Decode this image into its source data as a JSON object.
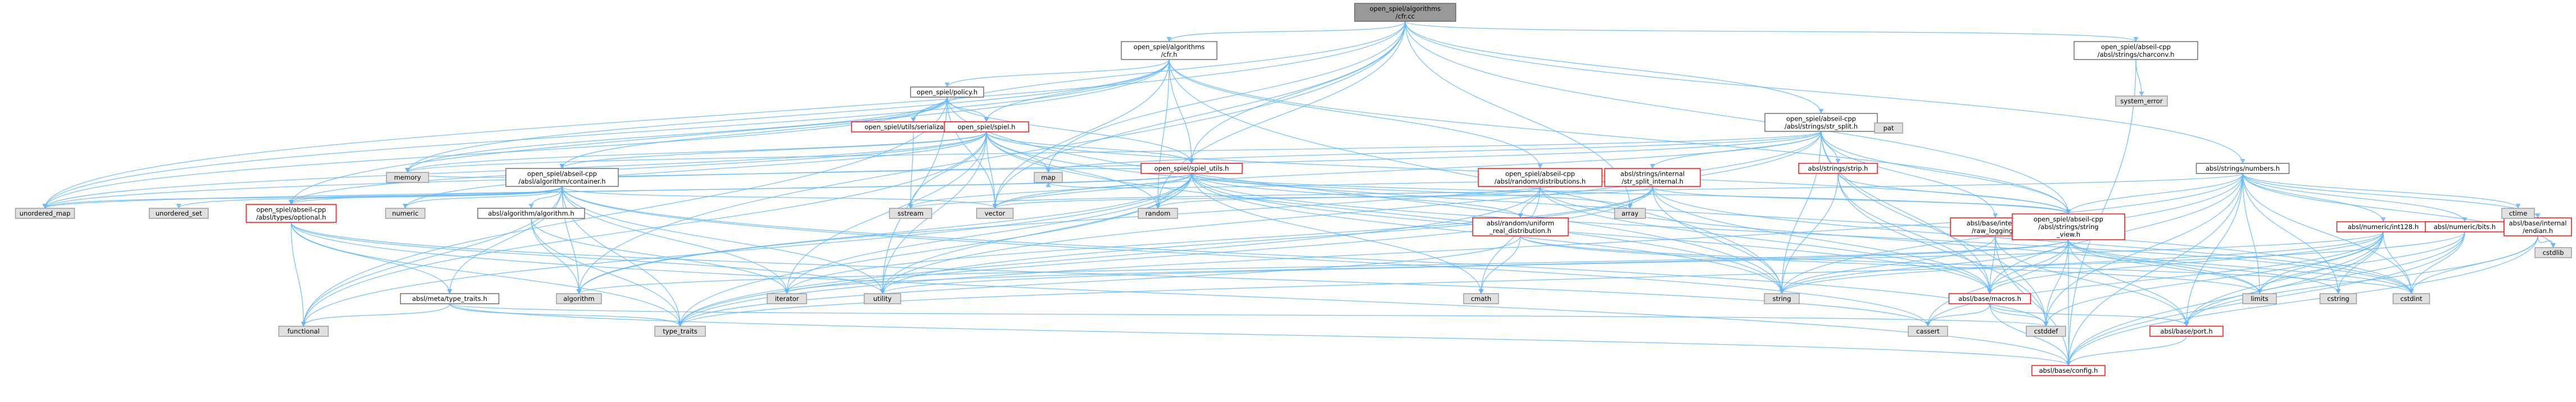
{
  "colors": {
    "edge": "#63b8ff",
    "root_fill": "#999999",
    "truncated_border": "#ff0000",
    "system_fill": "#e0e0e0",
    "node_border": "#666666"
  },
  "nodes": {
    "root": {
      "lines": [
        "open_spiel/algorithms",
        "/cfr.cc"
      ],
      "kind": "root"
    },
    "cfr_h": {
      "lines": [
        "open_spiel/algorithms",
        "/cfr.h"
      ],
      "kind": "doc"
    },
    "charconv": {
      "lines": [
        "open_spiel/abseil-cpp",
        "/absl/strings/charconv.h"
      ],
      "kind": "doc"
    },
    "system_error": {
      "lines": [
        "system_error"
      ],
      "kind": "sys"
    },
    "policy_h": {
      "lines": [
        "open_spiel/policy.h"
      ],
      "kind": "doc"
    },
    "str_split": {
      "lines": [
        "open_spiel/abseil-cpp",
        "/absl/strings/str_split.h"
      ],
      "kind": "doc"
    },
    "numbers": {
      "lines": [
        "absl/strings/numbers.h"
      ],
      "kind": "doc"
    },
    "serialization": {
      "lines": [
        "open_spiel/utils/serialization.h"
      ],
      "kind": "trunc"
    },
    "spiel_h": {
      "lines": [
        "open_spiel/spiel.h"
      ],
      "kind": "trunc"
    },
    "memory": {
      "lines": [
        "memory"
      ],
      "kind": "sys"
    },
    "map": {
      "lines": [
        "map"
      ],
      "kind": "sys"
    },
    "container": {
      "lines": [
        "open_spiel/abseil-cpp",
        "/absl/algorithm/container.h"
      ],
      "kind": "doc"
    },
    "spiel_utils": {
      "lines": [
        "open_spiel/spiel_utils.h"
      ],
      "kind": "trunc"
    },
    "distributions": {
      "lines": [
        "open_spiel/abseil-cpp",
        "/absl/random/distributions.h"
      ],
      "kind": "trunc"
    },
    "split_internal": {
      "lines": [
        "absl/strings/internal",
        "/str_split_internal.h"
      ],
      "kind": "trunc"
    },
    "strip": {
      "lines": [
        "absl/strings/strip.h"
      ],
      "kind": "trunc"
    },
    "pat": {
      "lines": [
        "pat"
      ],
      "kind": "sys"
    },
    "unordered_map": {
      "lines": [
        "unordered_map"
      ],
      "kind": "sys"
    },
    "unordered_set": {
      "lines": [
        "unordered_set"
      ],
      "kind": "sys"
    },
    "optional": {
      "lines": [
        "open_spiel/abseil-cpp",
        "/absl/types/optional.h"
      ],
      "kind": "trunc"
    },
    "numeric": {
      "lines": [
        "numeric"
      ],
      "kind": "sys"
    },
    "algorithm_h": {
      "lines": [
        "absl/algorithm/algorithm.h"
      ],
      "kind": "doc"
    },
    "sstream": {
      "lines": [
        "sstream"
      ],
      "kind": "sys"
    },
    "vector": {
      "lines": [
        "vector"
      ],
      "kind": "sys"
    },
    "random": {
      "lines": [
        "random"
      ],
      "kind": "sys"
    },
    "uniform_real": {
      "lines": [
        "absl/random/uniform",
        "_real_distribution.h"
      ],
      "kind": "trunc"
    },
    "array": {
      "lines": [
        "array"
      ],
      "kind": "sys"
    },
    "raw_logging": {
      "lines": [
        "absl/base/internal",
        "/raw_logging.h"
      ],
      "kind": "trunc"
    },
    "string_view": {
      "lines": [
        "open_spiel/abseil-cpp",
        "/absl/strings/string",
        "_view.h"
      ],
      "kind": "trunc"
    },
    "int128": {
      "lines": [
        "absl/numeric/int128.h"
      ],
      "kind": "trunc"
    },
    "bits": {
      "lines": [
        "absl/numeric/bits.h"
      ],
      "kind": "trunc"
    },
    "endian": {
      "lines": [
        "absl/base/internal",
        "/endian.h"
      ],
      "kind": "trunc"
    },
    "ctime": {
      "lines": [
        "ctime"
      ],
      "kind": "sys"
    },
    "cstdlib": {
      "lines": [
        "cstdlib"
      ],
      "kind": "sys"
    },
    "type_traits_h": {
      "lines": [
        "absl/meta/type_traits.h"
      ],
      "kind": "doc"
    },
    "functional": {
      "lines": [
        "functional"
      ],
      "kind": "sys"
    },
    "algorithm": {
      "lines": [
        "algorithm"
      ],
      "kind": "sys"
    },
    "iterator": {
      "lines": [
        "iterator"
      ],
      "kind": "sys"
    },
    "utility": {
      "lines": [
        "utility"
      ],
      "kind": "sys"
    },
    "cmath": {
      "lines": [
        "cmath"
      ],
      "kind": "sys"
    },
    "string": {
      "lines": [
        "string"
      ],
      "kind": "sys"
    },
    "macros": {
      "lines": [
        "absl/base/macros.h"
      ],
      "kind": "trunc"
    },
    "limits": {
      "lines": [
        "limits"
      ],
      "kind": "sys"
    },
    "cstring": {
      "lines": [
        "cstring"
      ],
      "kind": "sys"
    },
    "cstdint": {
      "lines": [
        "cstdint"
      ],
      "kind": "sys"
    },
    "type_traits": {
      "lines": [
        "type_traits"
      ],
      "kind": "sys"
    },
    "cassert": {
      "lines": [
        "cassert"
      ],
      "kind": "sys"
    },
    "cstddef": {
      "lines": [
        "cstddef"
      ],
      "kind": "sys"
    },
    "port": {
      "lines": [
        "absl/base/port.h"
      ],
      "kind": "trunc"
    },
    "config": {
      "lines": [
        "absl/base/config.h"
      ],
      "kind": "trunc"
    }
  },
  "edges": [
    [
      "root",
      "cfr_h"
    ],
    [
      "root",
      "charconv"
    ],
    [
      "root",
      "str_split"
    ],
    [
      "root",
      "numbers"
    ],
    [
      "root",
      "serialization"
    ],
    [
      "root",
      "spiel_utils"
    ],
    [
      "root",
      "map"
    ],
    [
      "root",
      "unordered_map"
    ],
    [
      "root",
      "random"
    ],
    [
      "root",
      "vector"
    ],
    [
      "root",
      "array"
    ],
    [
      "root",
      "algorithm"
    ],
    [
      "root",
      "string_view"
    ],
    [
      "cfr_h",
      "policy_h"
    ],
    [
      "cfr_h",
      "spiel_h"
    ],
    [
      "cfr_h",
      "spiel_utils"
    ],
    [
      "cfr_h",
      "memory"
    ],
    [
      "cfr_h",
      "optional"
    ],
    [
      "cfr_h",
      "distributions"
    ],
    [
      "cfr_h",
      "string_view"
    ],
    [
      "cfr_h",
      "unordered_map"
    ],
    [
      "cfr_h",
      "vector"
    ],
    [
      "cfr_h",
      "random"
    ],
    [
      "cfr_h",
      "string"
    ],
    [
      "charconv",
      "system_error"
    ],
    [
      "charconv",
      "config"
    ],
    [
      "policy_h",
      "memory"
    ],
    [
      "policy_h",
      "spiel_h"
    ],
    [
      "policy_h",
      "serialization"
    ],
    [
      "policy_h",
      "container"
    ],
    [
      "policy_h",
      "spiel_utils"
    ],
    [
      "policy_h",
      "string"
    ],
    [
      "policy_h",
      "utility"
    ],
    [
      "policy_h",
      "vector"
    ],
    [
      "policy_h",
      "unordered_map"
    ],
    [
      "policy_h",
      "functional"
    ],
    [
      "str_split",
      "map"
    ],
    [
      "str_split",
      "pat"
    ],
    [
      "str_split",
      "split_internal"
    ],
    [
      "str_split",
      "strip"
    ],
    [
      "str_split",
      "raw_logging"
    ],
    [
      "str_split",
      "string_view"
    ],
    [
      "str_split",
      "macros"
    ],
    [
      "str_split",
      "string"
    ],
    [
      "str_split",
      "vector"
    ],
    [
      "str_split",
      "utility"
    ],
    [
      "str_split",
      "algorithm"
    ],
    [
      "str_split",
      "cstddef"
    ],
    [
      "str_split",
      "memory"
    ],
    [
      "str_split",
      "unordered_map"
    ],
    [
      "numbers",
      "int128"
    ],
    [
      "numbers",
      "bits"
    ],
    [
      "numbers",
      "endian"
    ],
    [
      "numbers",
      "ctime"
    ],
    [
      "numbers",
      "cstdlib"
    ],
    [
      "numbers",
      "string_view"
    ],
    [
      "numbers",
      "macros"
    ],
    [
      "numbers",
      "port"
    ],
    [
      "numbers",
      "config"
    ],
    [
      "numbers",
      "string"
    ],
    [
      "numbers",
      "limits"
    ],
    [
      "numbers",
      "cstring"
    ],
    [
      "numbers",
      "cstdint"
    ],
    [
      "numbers",
      "type_traits"
    ],
    [
      "numbers",
      "cstddef"
    ],
    [
      "numbers",
      "sstream"
    ],
    [
      "serialization",
      "sstream"
    ],
    [
      "spiel_h",
      "memory"
    ],
    [
      "spiel_h",
      "map"
    ],
    [
      "spiel_h",
      "spiel_utils"
    ],
    [
      "spiel_h",
      "container"
    ],
    [
      "spiel_h",
      "optional"
    ],
    [
      "spiel_h",
      "numeric"
    ],
    [
      "spiel_h",
      "sstream"
    ],
    [
      "spiel_h",
      "vector"
    ],
    [
      "spiel_h",
      "random"
    ],
    [
      "spiel_h",
      "string"
    ],
    [
      "spiel_h",
      "functional"
    ],
    [
      "spiel_h",
      "unordered_map"
    ],
    [
      "spiel_h",
      "iterator"
    ],
    [
      "spiel_h",
      "utility"
    ],
    [
      "spiel_h",
      "string_view"
    ],
    [
      "spiel_h",
      "cstdint"
    ],
    [
      "container",
      "algorithm_h"
    ],
    [
      "container",
      "type_traits_h"
    ],
    [
      "container",
      "optional"
    ],
    [
      "container",
      "unordered_map"
    ],
    [
      "container",
      "unordered_set"
    ],
    [
      "container",
      "numeric"
    ],
    [
      "container",
      "functional"
    ],
    [
      "container",
      "iterator"
    ],
    [
      "container",
      "algorithm"
    ],
    [
      "container",
      "utility"
    ],
    [
      "container",
      "vector"
    ],
    [
      "container",
      "cassert"
    ],
    [
      "container",
      "type_traits"
    ],
    [
      "container",
      "cstddef"
    ],
    [
      "spiel_utils",
      "optional"
    ],
    [
      "spiel_utils",
      "string_view"
    ],
    [
      "spiel_utils",
      "uniform_real"
    ],
    [
      "spiel_utils",
      "random"
    ],
    [
      "spiel_utils",
      "sstream"
    ],
    [
      "spiel_utils",
      "vector"
    ],
    [
      "spiel_utils",
      "array"
    ],
    [
      "spiel_utils",
      "cmath"
    ],
    [
      "spiel_utils",
      "string"
    ],
    [
      "spiel_utils",
      "utility"
    ],
    [
      "spiel_utils",
      "algorithm"
    ],
    [
      "spiel_utils",
      "iterator"
    ],
    [
      "spiel_utils",
      "type_traits"
    ],
    [
      "spiel_utils",
      "memory"
    ],
    [
      "spiel_utils",
      "unordered_map"
    ],
    [
      "spiel_utils",
      "cstdint"
    ],
    [
      "spiel_utils",
      "functional"
    ],
    [
      "spiel_utils",
      "macros"
    ],
    [
      "distributions",
      "uniform_real"
    ],
    [
      "distributions",
      "random"
    ],
    [
      "distributions",
      "type_traits"
    ],
    [
      "distributions",
      "limits"
    ],
    [
      "distributions",
      "cmath"
    ],
    [
      "distributions",
      "macros"
    ],
    [
      "split_internal",
      "array"
    ],
    [
      "split_internal",
      "string_view"
    ],
    [
      "split_internal",
      "vector"
    ],
    [
      "split_internal",
      "type_traits"
    ],
    [
      "split_internal",
      "utility"
    ],
    [
      "split_internal",
      "macros"
    ],
    [
      "split_internal",
      "iterator"
    ],
    [
      "split_internal",
      "string"
    ],
    [
      "split_internal",
      "initializer"
    ],
    [
      "split_internal",
      "cstdint"
    ],
    [
      "split_internal",
      "map"
    ],
    [
      "strip",
      "string_view"
    ],
    [
      "strip",
      "macros"
    ],
    [
      "strip",
      "string"
    ],
    [
      "strip",
      "cstddef"
    ],
    [
      "optional",
      "type_traits_h"
    ],
    [
      "optional",
      "functional"
    ],
    [
      "optional",
      "utility"
    ],
    [
      "optional",
      "type_traits"
    ],
    [
      "optional",
      "config"
    ],
    [
      "optional",
      "cassert"
    ],
    [
      "algorithm_h",
      "algorithm"
    ],
    [
      "algorithm_h",
      "iterator"
    ],
    [
      "algorithm_h",
      "type_traits"
    ],
    [
      "uniform_real",
      "cmath"
    ],
    [
      "uniform_real",
      "limits"
    ],
    [
      "uniform_real",
      "type_traits"
    ],
    [
      "uniform_real",
      "cstdint"
    ],
    [
      "raw_logging",
      "string"
    ],
    [
      "raw_logging",
      "macros"
    ],
    [
      "raw_logging",
      "config"
    ],
    [
      "raw_logging",
      "port"
    ],
    [
      "string_view",
      "string"
    ],
    [
      "string_view",
      "macros"
    ],
    [
      "string_view",
      "port"
    ],
    [
      "string_view",
      "config"
    ],
    [
      "string_view",
      "limits"
    ],
    [
      "string_view",
      "cstring"
    ],
    [
      "string_view",
      "cassert"
    ],
    [
      "string_view",
      "cstddef"
    ],
    [
      "string_view",
      "algorithm"
    ],
    [
      "string_view",
      "iterator"
    ],
    [
      "string_view",
      "cstdint"
    ],
    [
      "int128",
      "macros"
    ],
    [
      "int128",
      "port"
    ],
    [
      "int128",
      "config"
    ],
    [
      "int128",
      "limits"
    ],
    [
      "int128",
      "cstring"
    ],
    [
      "int128",
      "cassert"
    ],
    [
      "int128",
      "cstdint"
    ],
    [
      "int128",
      "utility"
    ],
    [
      "int128",
      "cstddef"
    ],
    [
      "int128",
      "string"
    ],
    [
      "bits",
      "port"
    ],
    [
      "bits",
      "config"
    ],
    [
      "bits",
      "limits"
    ],
    [
      "bits",
      "type_traits"
    ],
    [
      "bits",
      "cstdint"
    ],
    [
      "endian",
      "port"
    ],
    [
      "endian",
      "config"
    ],
    [
      "endian",
      "cstdlib"
    ],
    [
      "endian",
      "cstdint"
    ],
    [
      "type_traits_h",
      "functional"
    ],
    [
      "type_traits_h",
      "type_traits"
    ],
    [
      "type_traits_h",
      "config"
    ],
    [
      "type_traits_h",
      "cstddef"
    ],
    [
      "macros",
      "cassert"
    ],
    [
      "macros",
      "cstddef"
    ],
    [
      "macros",
      "port"
    ],
    [
      "macros",
      "config"
    ],
    [
      "port",
      "config"
    ]
  ]
}
